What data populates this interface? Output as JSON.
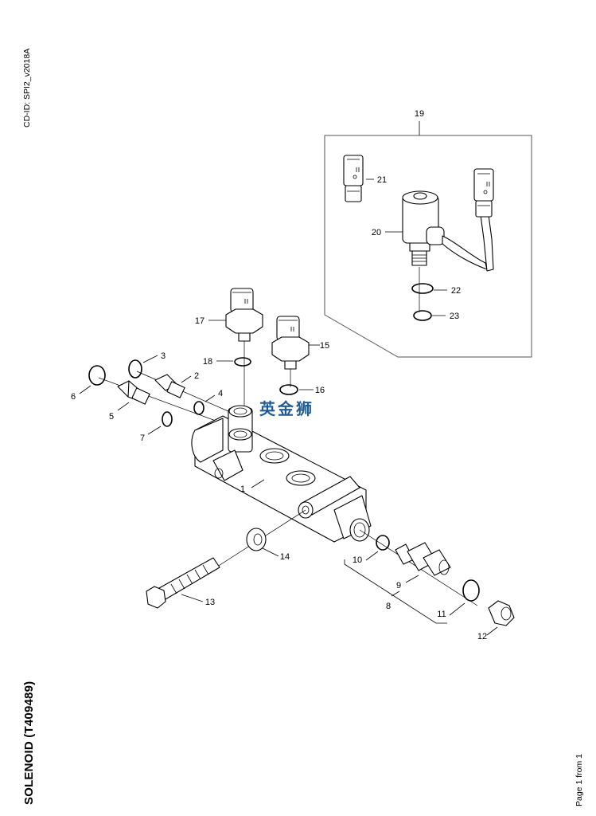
{
  "document": {
    "cd_id": "CD-ID: SPI2_v2018A",
    "title": "SOLENOID (T409489)",
    "page_info": "Page 1 from 1",
    "watermark": "英金狮",
    "watermark_color": "#1f5c96"
  },
  "callouts": {
    "c1": "1",
    "c2": "2",
    "c3": "3",
    "c4": "4",
    "c5": "5",
    "c6": "6",
    "c7": "7",
    "c8": "8",
    "c9": "9",
    "c10": "10",
    "c11": "11",
    "c12": "12",
    "c13": "13",
    "c14": "14",
    "c15": "15",
    "c16": "16",
    "c17": "17",
    "c18": "18",
    "c19": "19",
    "c20": "20",
    "c21": "21",
    "c22": "22",
    "c23": "23"
  },
  "parts": [
    {
      "ref": "1",
      "name": "manifold-block"
    },
    {
      "ref": "2",
      "name": "adapter-fitting"
    },
    {
      "ref": "3",
      "name": "sealing-ring"
    },
    {
      "ref": "4",
      "name": "o-ring"
    },
    {
      "ref": "5",
      "name": "adapter-fitting"
    },
    {
      "ref": "6",
      "name": "sealing-ring"
    },
    {
      "ref": "7",
      "name": "o-ring"
    },
    {
      "ref": "8",
      "name": "valve-kit"
    },
    {
      "ref": "9",
      "name": "valve"
    },
    {
      "ref": "10",
      "name": "o-ring"
    },
    {
      "ref": "11",
      "name": "sealing-ring"
    },
    {
      "ref": "12",
      "name": "nut"
    },
    {
      "ref": "13",
      "name": "bolt"
    },
    {
      "ref": "14",
      "name": "washer"
    },
    {
      "ref": "15",
      "name": "pressure-sensor"
    },
    {
      "ref": "16",
      "name": "o-ring"
    },
    {
      "ref": "17",
      "name": "pressure-sensor"
    },
    {
      "ref": "18",
      "name": "o-ring"
    },
    {
      "ref": "19",
      "name": "solenoid-kit"
    },
    {
      "ref": "20",
      "name": "solenoid-valve"
    },
    {
      "ref": "21",
      "name": "connector"
    },
    {
      "ref": "22",
      "name": "o-ring"
    },
    {
      "ref": "23",
      "name": "o-ring"
    }
  ]
}
